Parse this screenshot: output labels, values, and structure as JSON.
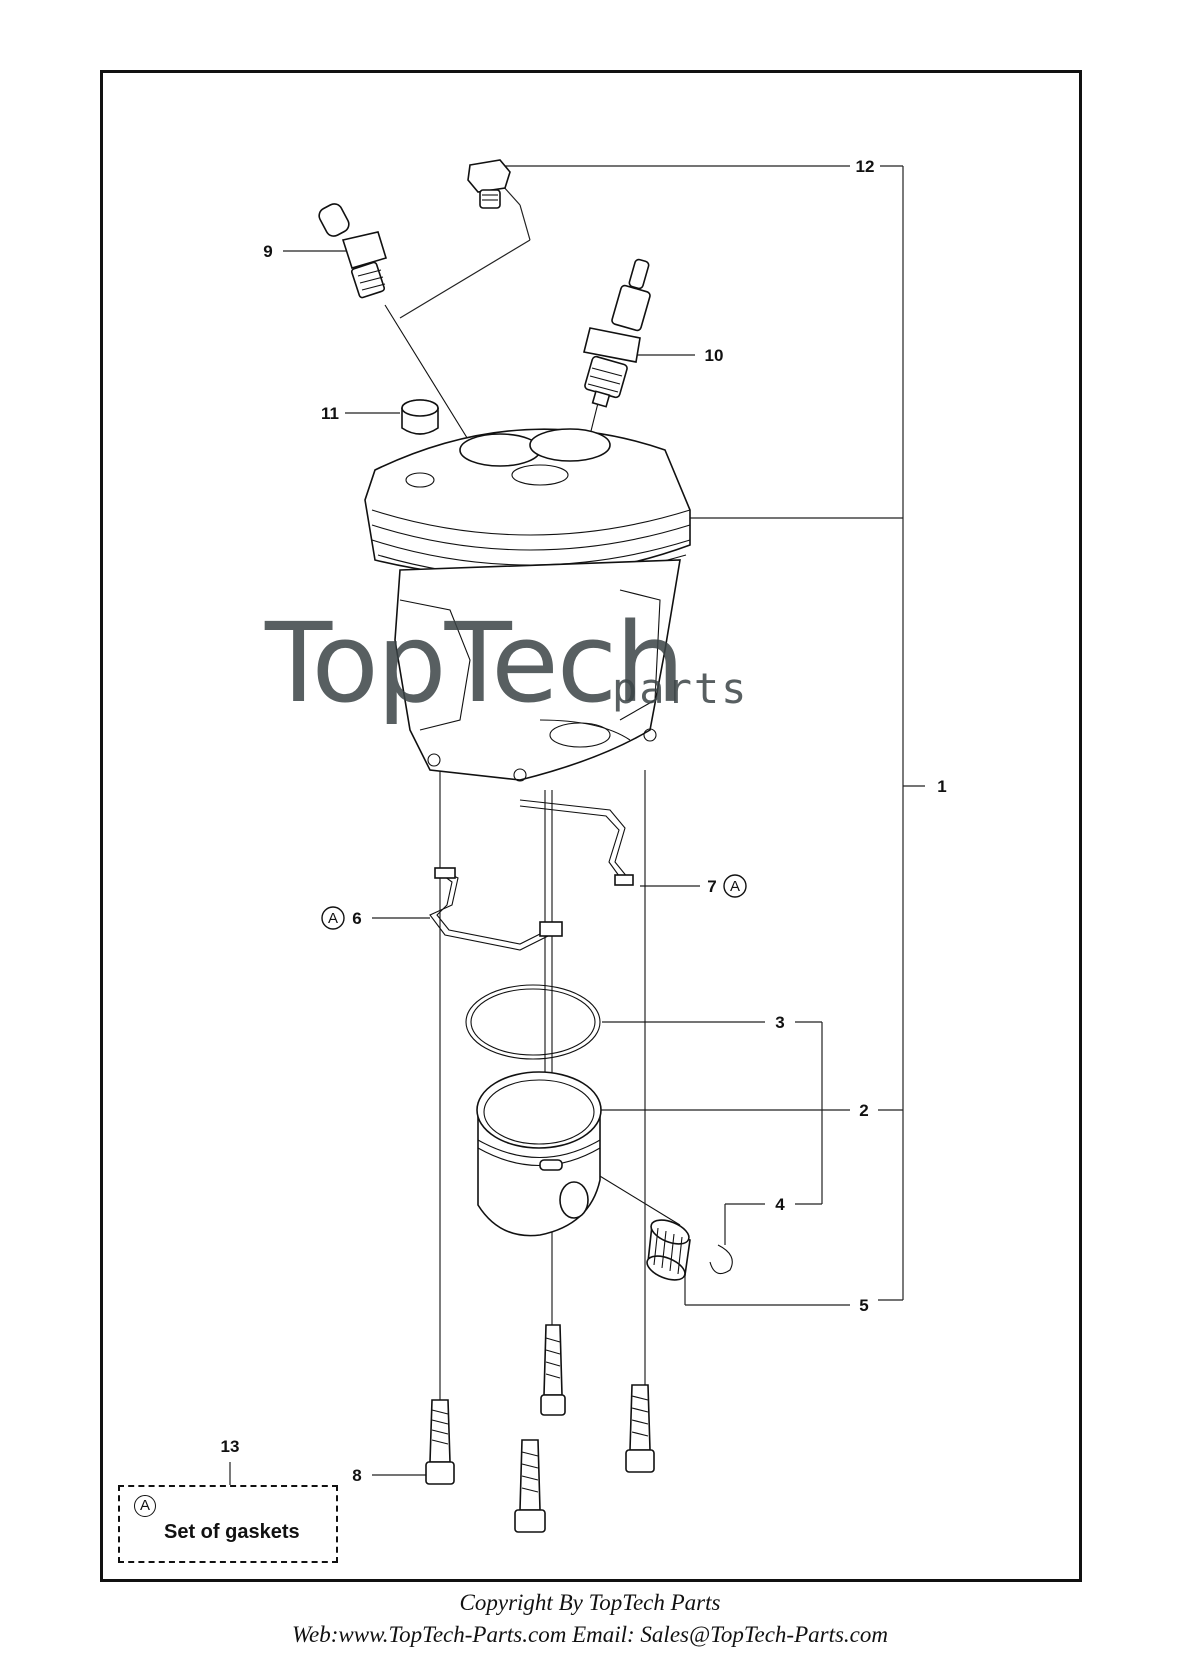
{
  "diagram": {
    "callouts": [
      {
        "id": "1",
        "label": "1"
      },
      {
        "id": "2",
        "label": "2"
      },
      {
        "id": "3",
        "label": "3"
      },
      {
        "id": "4",
        "label": "4"
      },
      {
        "id": "5",
        "label": "5"
      },
      {
        "id": "6",
        "label": "6"
      },
      {
        "id": "7",
        "label": "7"
      },
      {
        "id": "8",
        "label": "8"
      },
      {
        "id": "9",
        "label": "9"
      },
      {
        "id": "10",
        "label": "10"
      },
      {
        "id": "11",
        "label": "11"
      },
      {
        "id": "12",
        "label": "12"
      },
      {
        "id": "13",
        "label": "13"
      }
    ],
    "gasket_marker": "A",
    "gasket_box_label": "Set of gaskets"
  },
  "watermark": {
    "main": "TopTech",
    "sub": "parts"
  },
  "footer": {
    "copyright": "Copyright By TopTech Parts",
    "contact": "Web:www.TopTech-Parts.com  Email: Sales@TopTech-Parts.com"
  }
}
